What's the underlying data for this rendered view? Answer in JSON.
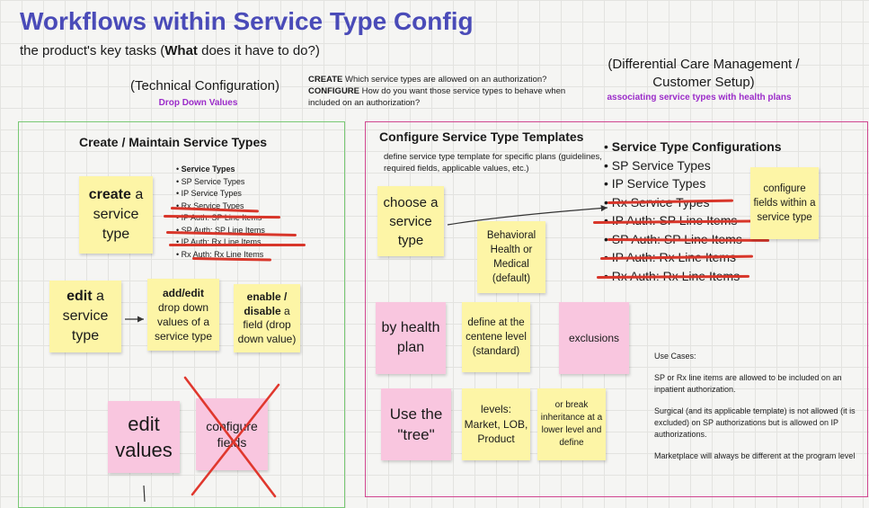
{
  "header": {
    "title": "Workflows within Service Type Config",
    "subtitle_pre": "the product's key tasks (",
    "subtitle_bold": "What",
    "subtitle_post": " does it have to do?)"
  },
  "technical": {
    "label": "(Technical Configuration)",
    "sub": "Drop Down Values"
  },
  "create_configure": {
    "create_label": "CREATE",
    "create_text": " Which service types are allowed on an authorization?",
    "configure_label": "CONFIGURE",
    "configure_text": " How do you want those service types to behave when included on an authorization?"
  },
  "differential": {
    "label_line1": "(Differential Care Management /",
    "label_line2": "Customer Setup)",
    "sub": "associating service types with health plans"
  },
  "left_frame": {
    "title": "Create / Maintain Service Types",
    "list_header": "Service Types",
    "list_items": [
      "SP Service Types",
      "IP Service Types",
      "Rx Service Types",
      "IP Auth: SP Line Items",
      "SP Auth: SP Line Items",
      "IP Auth: Rx Line Items",
      "Rx Auth: Rx Line Items"
    ],
    "create_note": {
      "bold": "create",
      "rest": " a service type"
    },
    "edit_note": {
      "bold": "edit",
      "rest": " a service type"
    },
    "add_edit_note": {
      "bold": "add/edit",
      "rest": " drop down values of a service type"
    },
    "enable_note": {
      "bold": "enable / disable",
      "rest": " a field (drop down value)"
    },
    "edit_values_note": "edit values",
    "configure_fields_note": "configure fields"
  },
  "right_frame": {
    "title": "Configure Service Type Templates",
    "desc": "define service type template for specific plans (guidelines, required fields, applicable values, etc.)",
    "config_header": "Service Type Configurations",
    "config_items": [
      "SP Service Types",
      "IP Service Types",
      "Rx Service Types",
      "IP Auth: SP Line Items",
      "SP Auth: SP Line Items",
      "IP Auth: Rx Line Items",
      "Rx Auth: Rx Line Items"
    ],
    "choose_note": "choose a service type",
    "behavioral_note": "Behavioral Health or Medical (default)",
    "configure_fields_note": "configure fields within a service type",
    "by_health_plan_note": "by health plan",
    "centene_note": "define at the centene level (standard)",
    "exclusions_note": "exclusions",
    "use_tree_note": "Use the \"tree\"",
    "levels_note": "levels: Market, LOB, Product",
    "break_note": "or break inheritance at a lower level and define"
  },
  "use_cases": {
    "title": "Use Cases:",
    "items": [
      "SP or Rx line items are allowed to be included on an inpatient authorization.",
      "Surgical (and its applicable template) is not allowed (it is excluded) on SP authorizations but is allowed on IP authorizations.",
      "Marketplace will always be different at the program level"
    ]
  },
  "colors": {
    "title": "#4a4bb8",
    "purple": "#9b2cc9",
    "sticky_yellow": "#fdf5a6",
    "sticky_pink": "#f9c6df",
    "frame_green": "#78c874",
    "frame_pink": "#d0468f",
    "strike_red": "#d8362a"
  }
}
